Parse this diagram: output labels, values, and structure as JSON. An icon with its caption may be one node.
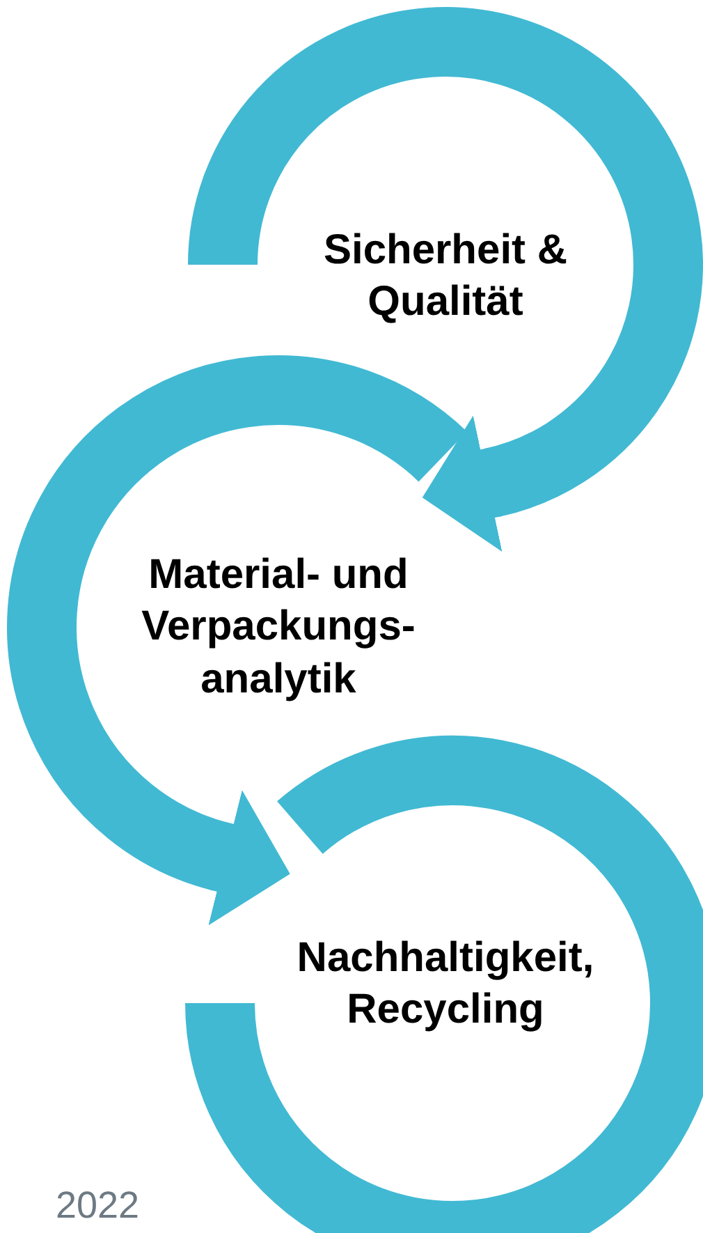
{
  "diagram": {
    "nodes": [
      {
        "text": [
          "Sicherheit & Qualität"
        ]
      },
      {
        "text": [
          "Material- und Verpackungs-analytik"
        ]
      },
      {
        "text": [
          "Nachhaltigkeit, Recycling"
        ]
      }
    ],
    "edges": [
      {
        "from": 0,
        "to": 1,
        "arrow": "to"
      },
      {
        "from": 1,
        "to": 2,
        "arrow": "to"
      }
    ],
    "labels": [
      "2022"
    ]
  }
}
